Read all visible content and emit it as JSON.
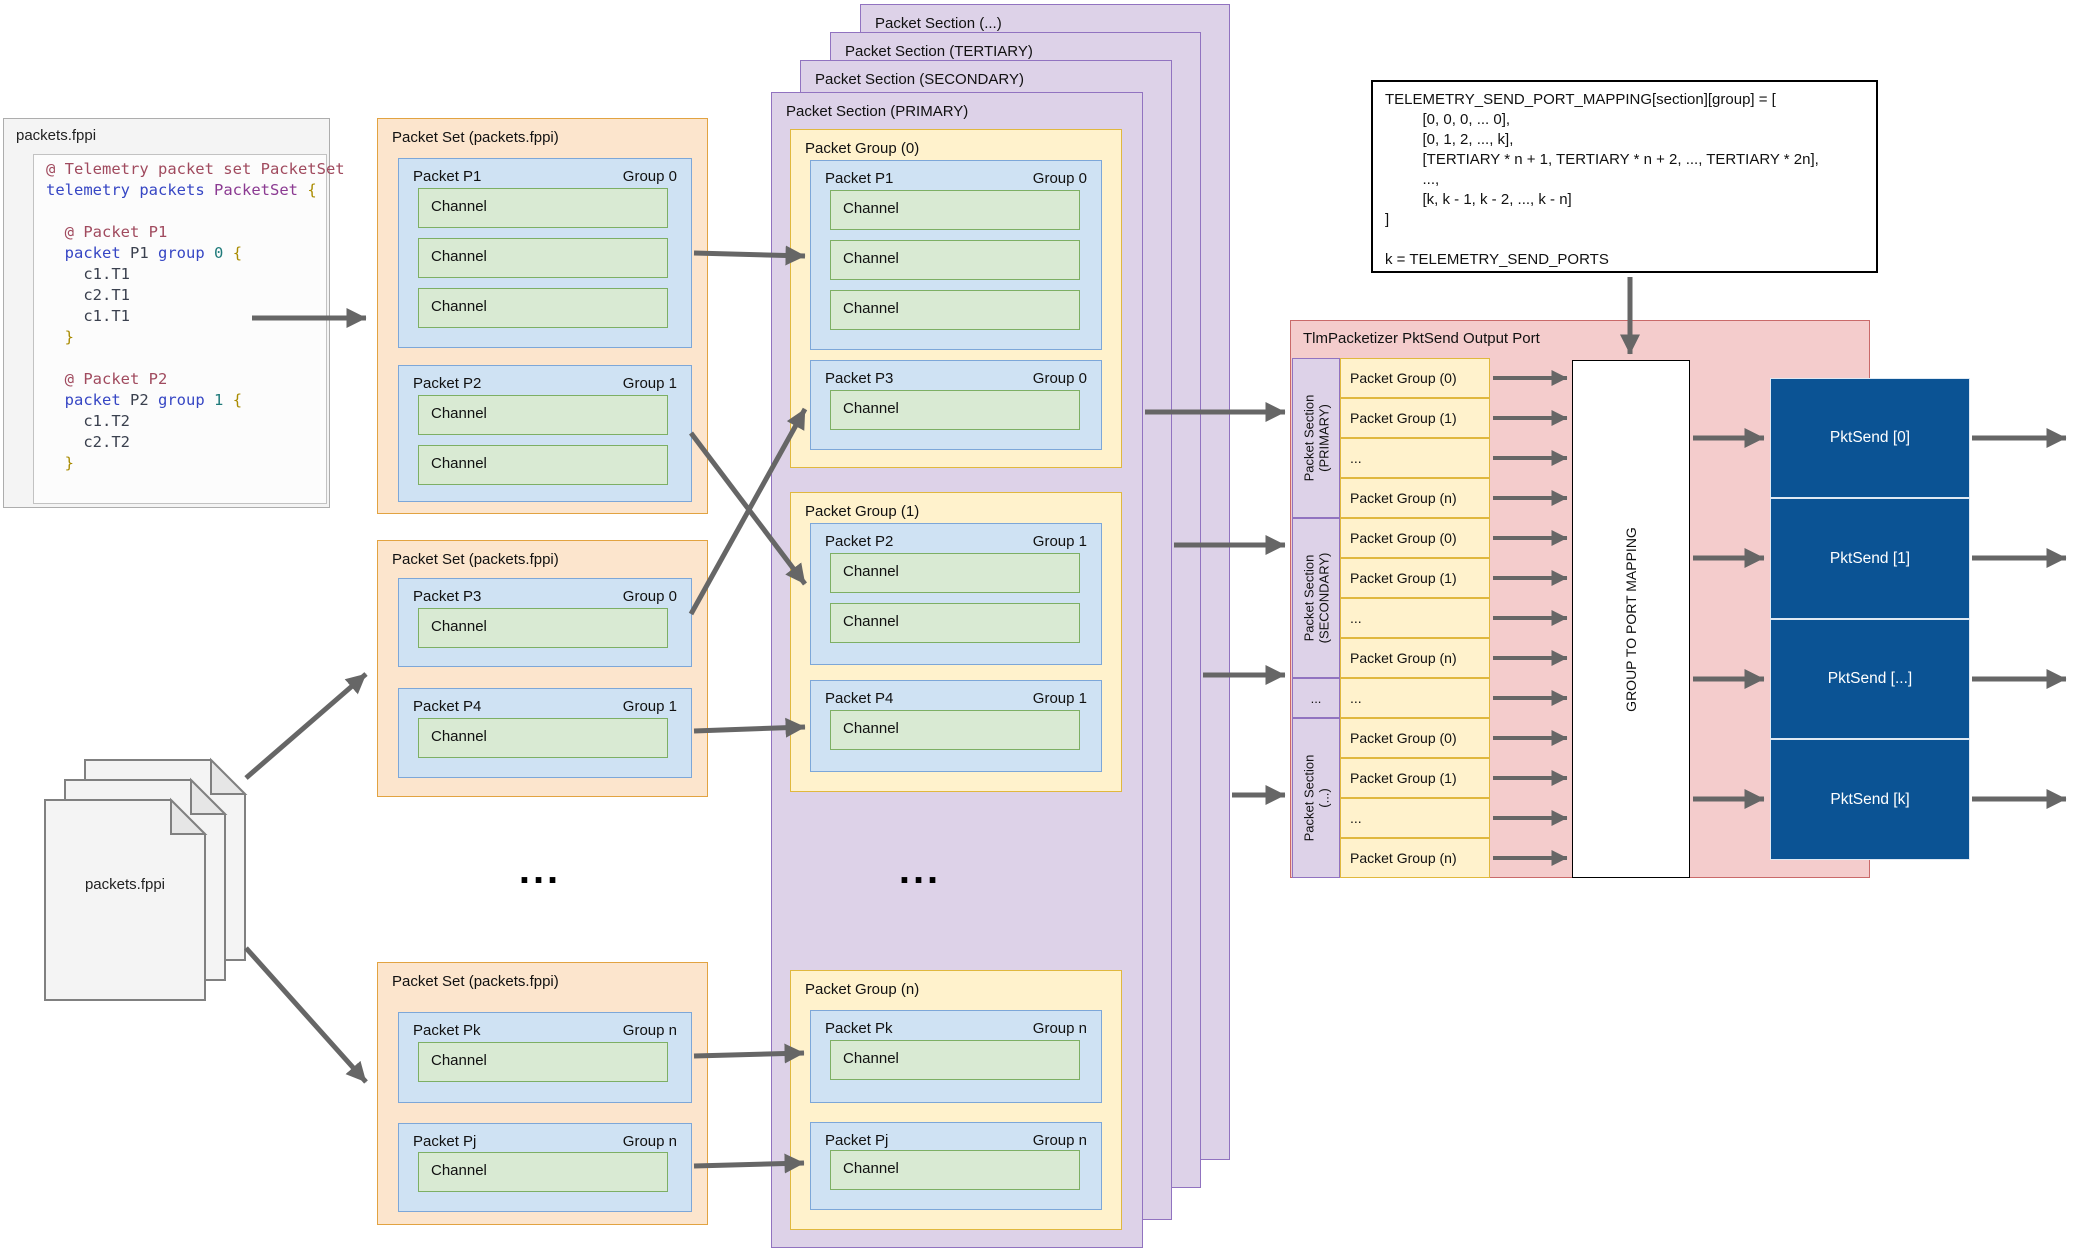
{
  "file_code": {
    "title": "packets.fppi",
    "lines": [
      [
        {
          "c": "c",
          "t": "@ Telemetry packet set PacketSet"
        }
      ],
      [
        {
          "c": "k",
          "t": "telemetry"
        },
        {
          "c": "p",
          "t": " "
        },
        {
          "c": "k",
          "t": "packets"
        },
        {
          "c": "p",
          "t": " "
        },
        {
          "c": "t",
          "t": "PacketSet"
        },
        {
          "c": "p",
          "t": " "
        },
        {
          "c": "b",
          "t": "{"
        }
      ],
      [],
      [
        {
          "c": "p",
          "t": "  "
        },
        {
          "c": "c",
          "t": "@ Packet P1"
        }
      ],
      [
        {
          "c": "p",
          "t": "  "
        },
        {
          "c": "k",
          "t": "packet"
        },
        {
          "c": "p",
          "t": " P1 "
        },
        {
          "c": "k",
          "t": "group"
        },
        {
          "c": "p",
          "t": " "
        },
        {
          "c": "n",
          "t": "0"
        },
        {
          "c": "p",
          "t": " "
        },
        {
          "c": "b",
          "t": "{"
        }
      ],
      [
        {
          "c": "p",
          "t": "    c1.T1"
        }
      ],
      [
        {
          "c": "p",
          "t": "    c2.T1"
        }
      ],
      [
        {
          "c": "p",
          "t": "    c1.T1"
        }
      ],
      [
        {
          "c": "p",
          "t": "  "
        },
        {
          "c": "b",
          "t": "}"
        }
      ],
      [],
      [
        {
          "c": "p",
          "t": "  "
        },
        {
          "c": "c",
          "t": "@ Packet P2"
        }
      ],
      [
        {
          "c": "p",
          "t": "  "
        },
        {
          "c": "k",
          "t": "packet"
        },
        {
          "c": "p",
          "t": " P2 "
        },
        {
          "c": "k",
          "t": "group"
        },
        {
          "c": "p",
          "t": " "
        },
        {
          "c": "n",
          "t": "1"
        },
        {
          "c": "p",
          "t": " "
        },
        {
          "c": "b",
          "t": "{"
        }
      ],
      [
        {
          "c": "p",
          "t": "    c1.T2"
        }
      ],
      [
        {
          "c": "p",
          "t": "    c2.T2"
        }
      ],
      [
        {
          "c": "p",
          "t": "  "
        },
        {
          "c": "b",
          "t": "}"
        }
      ]
    ]
  },
  "docs_stack": {
    "label": "packets.fppi"
  },
  "labels": {
    "channel": "Channel",
    "ellipsis": "..."
  },
  "packet_sets": [
    {
      "title": "Packet Set (packets.fppi)",
      "packets": [
        {
          "name": "Packet P1",
          "group": "Group 0"
        },
        {
          "name": "Packet P2",
          "group": "Group 1"
        }
      ]
    },
    {
      "title": "Packet Set (packets.fppi)",
      "packets": [
        {
          "name": "Packet P3",
          "group": "Group 0"
        },
        {
          "name": "Packet P4",
          "group": "Group 1"
        }
      ]
    },
    {
      "title": "Packet Set (packets.fppi)",
      "packets": [
        {
          "name": "Packet Pk",
          "group": "Group n"
        },
        {
          "name": "Packet Pj",
          "group": "Group n"
        }
      ]
    }
  ],
  "section_stack": [
    "Packet Section (...)",
    "Packet Section (TERTIARY)",
    "Packet Section (SECONDARY)",
    "Packet Section (PRIMARY)"
  ],
  "packet_groups": [
    {
      "title": "Packet Group (0)",
      "packets": [
        {
          "name": "Packet P1",
          "group": "Group 0"
        },
        {
          "name": "Packet P3",
          "group": "Group 0"
        }
      ]
    },
    {
      "title": "Packet Group (1)",
      "packets": [
        {
          "name": "Packet P2",
          "group": "Group 1"
        },
        {
          "name": "Packet P4",
          "group": "Group 1"
        }
      ]
    },
    {
      "title": "Packet Group (n)",
      "packets": [
        {
          "name": "Packet Pk",
          "group": "Group n"
        },
        {
          "name": "Packet Pj",
          "group": "Group n"
        }
      ]
    }
  ],
  "mapping_code": {
    "lines": [
      "TELEMETRY_SEND_PORT_MAPPING[section][group] = [",
      "         [0, 0, 0, ... 0],",
      "         [0, 1, 2, ..., k],",
      "         [TERTIARY * n + 1, TERTIARY * n + 2, ..., TERTIARY * 2n],",
      "         ...,",
      "         [k, k - 1, k - 2, ..., k - n]",
      "]",
      "",
      "k = TELEMETRY_SEND_PORTS"
    ]
  },
  "packetizer": {
    "title": "TlmPacketizer PktSend Output Port",
    "sections": [
      {
        "line1": "Packet Section",
        "line2": "(PRIMARY)"
      },
      {
        "line1": "Packet Section",
        "line2": "(SECONDARY)"
      },
      {
        "line1": "...",
        "line2": ""
      },
      {
        "line1": "Packet Section",
        "line2": "(...)"
      }
    ],
    "rows": [
      "Packet Group (0)",
      "Packet Group (1)",
      "...",
      "Packet Group (n)",
      "Packet Group (0)",
      "Packet Group (1)",
      "...",
      "Packet Group (n)",
      "...",
      "Packet Group (0)",
      "Packet Group (1)",
      "...",
      "Packet Group (n)"
    ],
    "mapper_label": "GROUP TO PORT MAPPING"
  },
  "pktsend_ports": [
    "PktSend [0]",
    "PktSend [1]",
    "PktSend [...]",
    "PktSend [k]"
  ],
  "colors": {
    "set_fill": "#fce5cd",
    "set_border": "#e2a341",
    "section_fill": "#ddd2e8",
    "section_border": "#9173c0",
    "group_fill": "#fff2cc",
    "group_border": "#e0b83e",
    "packet_fill": "#cfe2f3",
    "packet_border": "#7da7d8",
    "channel_fill": "#d9ead3",
    "channel_border": "#7daf64",
    "packetizer_fill": "#f4cccc",
    "packetizer_border": "#c96a6a",
    "port_fill": "#0b5394",
    "arrow": "#666666"
  }
}
